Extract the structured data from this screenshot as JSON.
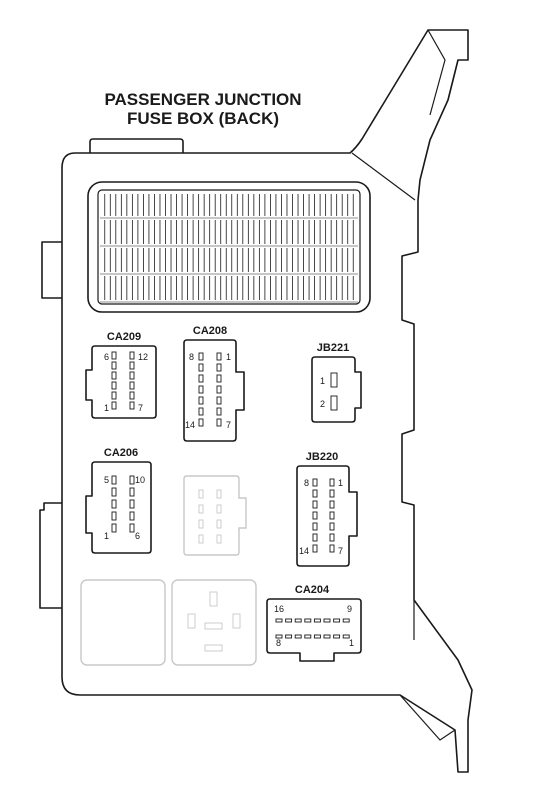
{
  "title": {
    "line1": "PASSENGER JUNCTION",
    "line2": "FUSE BOX (BACK)"
  },
  "connectors": {
    "CA209": {
      "label": "CA209",
      "pin_top_left": "6",
      "pin_top_right": "12",
      "pin_bottom_left": "1",
      "pin_bottom_right": "7"
    },
    "CA208": {
      "label": "CA208",
      "pin_top_left": "8",
      "pin_top_right": "1",
      "pin_bottom_left": "14",
      "pin_bottom_right": "7"
    },
    "JB221": {
      "label": "JB221",
      "pin_top": "1",
      "pin_bottom": "2"
    },
    "CA206": {
      "label": "CA206",
      "pin_top_left": "5",
      "pin_top_right": "10",
      "pin_bottom_left": "1",
      "pin_bottom_right": "6"
    },
    "JB220": {
      "label": "JB220",
      "pin_top_left": "8",
      "pin_top_right": "1",
      "pin_bottom_left": "14",
      "pin_bottom_right": "7"
    },
    "CA204": {
      "label": "CA204",
      "pin_top_left": "16",
      "pin_top_right": "9",
      "pin_bottom_left": "8",
      "pin_bottom_right": "1"
    }
  }
}
